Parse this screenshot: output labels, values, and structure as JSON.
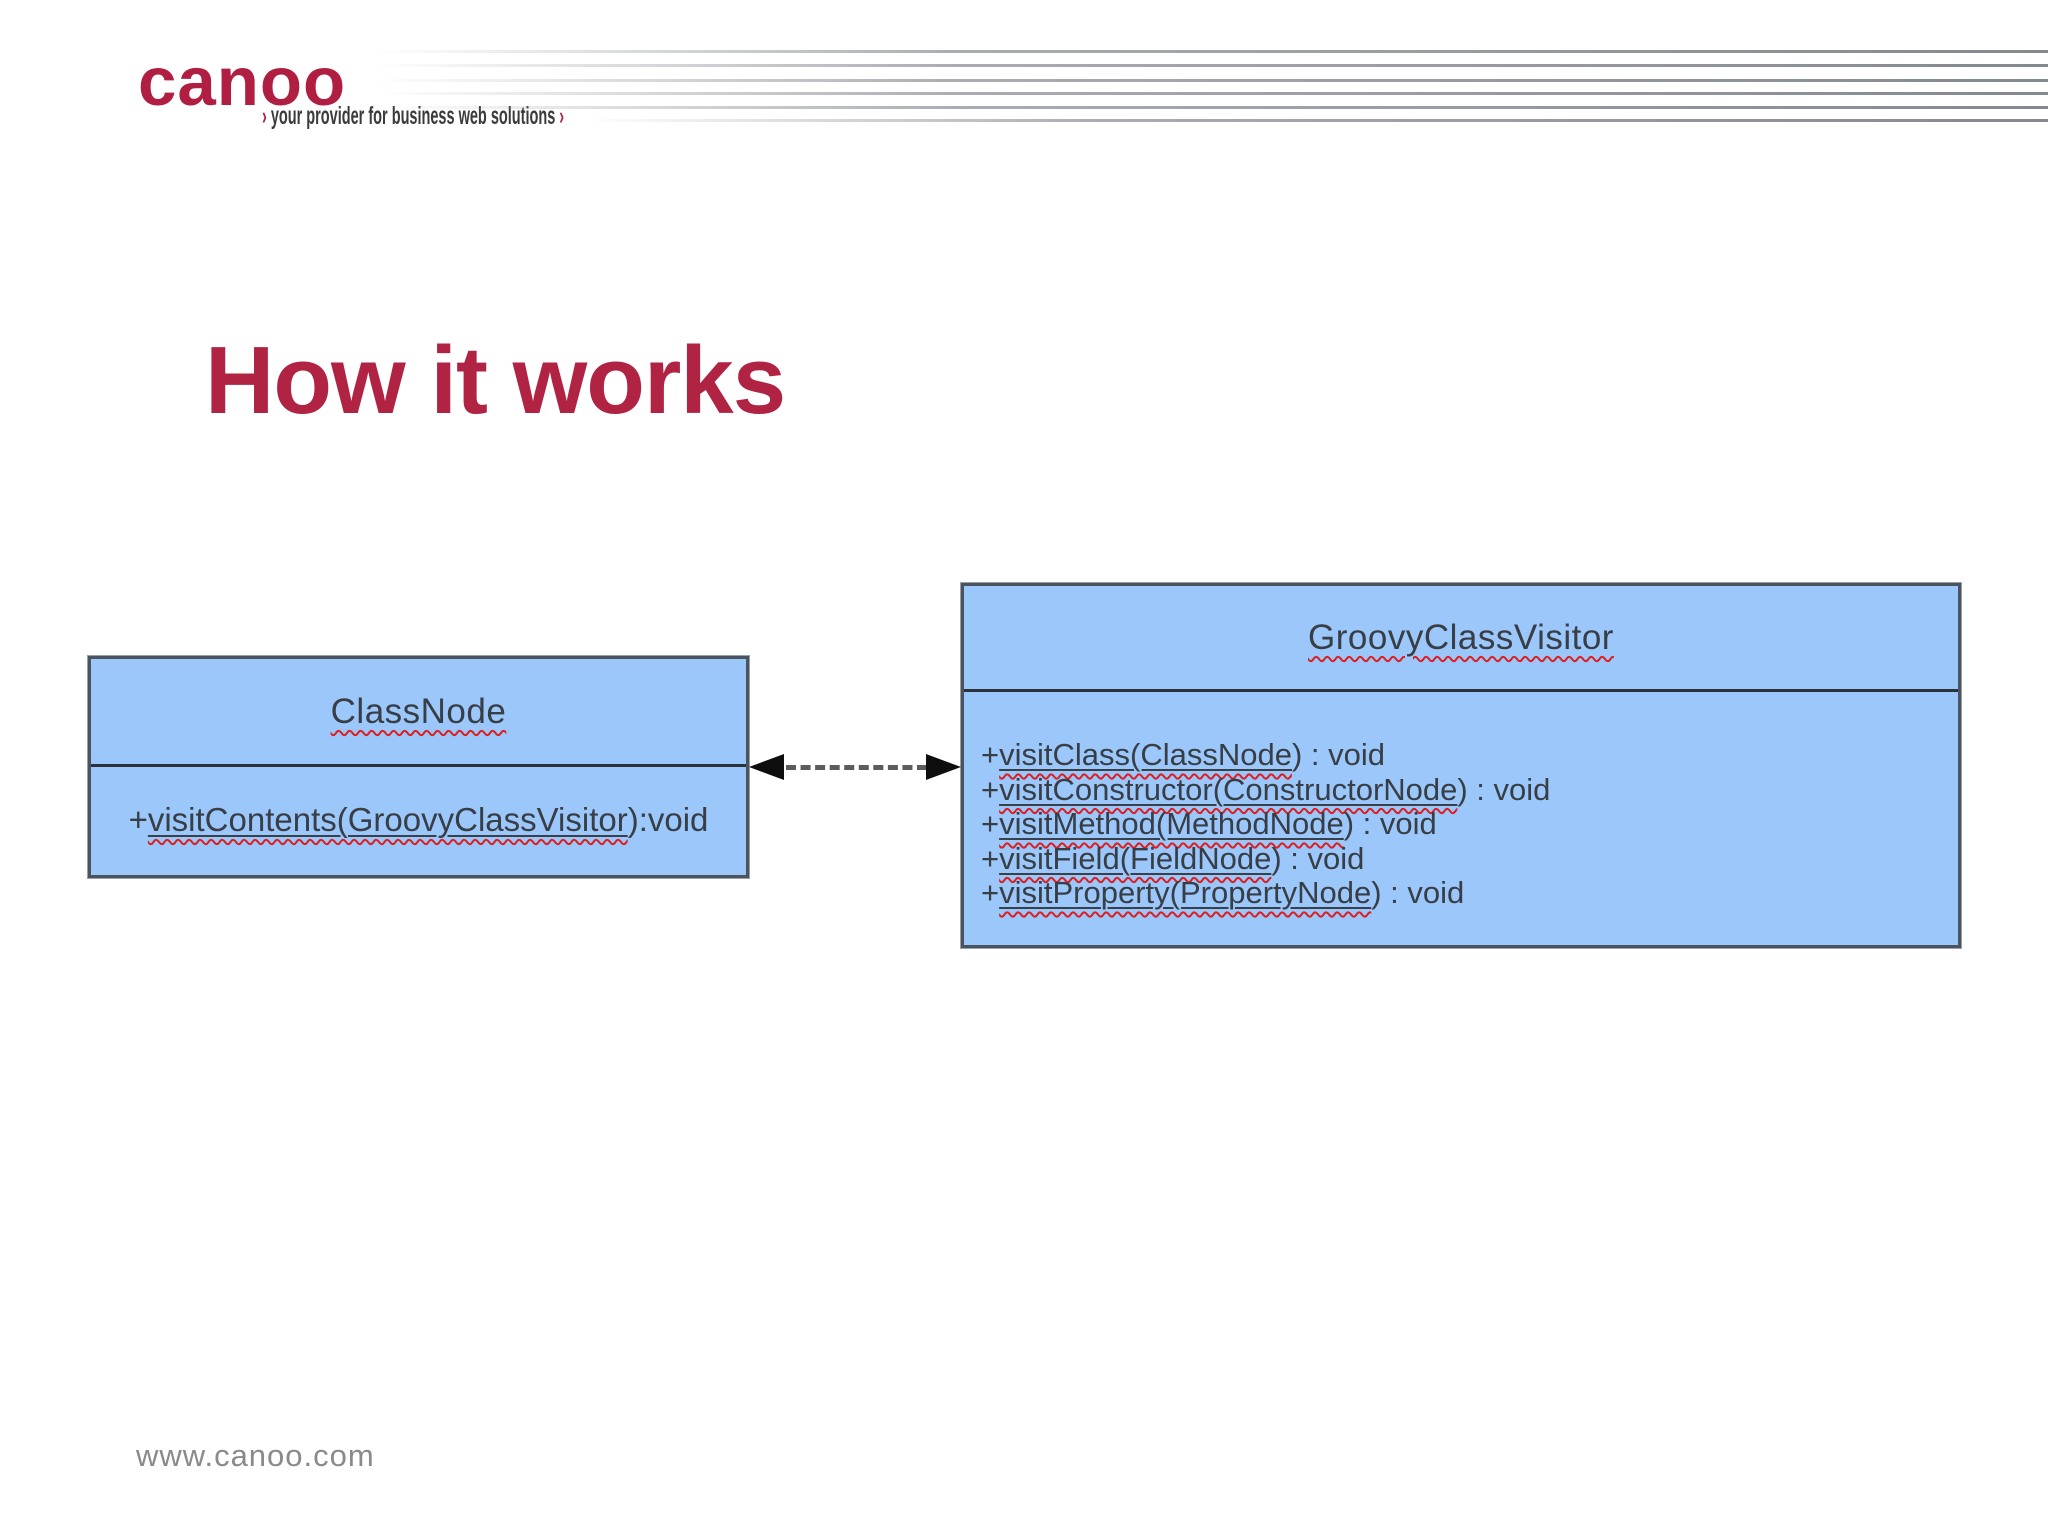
{
  "brand": {
    "logo_text": "canoo",
    "chevron_left": "›",
    "tagline": " your provider for business web solutions ",
    "chevron_right": "›",
    "brand_red": "#B01F41"
  },
  "slide": {
    "title": "How it works",
    "title_color": "#B02343",
    "footer_url": "www.canoo.com",
    "footer_color": "#8A8A8A"
  },
  "decor": {
    "header_line_count": 6,
    "header_line_color": "#84888F"
  },
  "uml": {
    "colors": {
      "box_fill": "#9CC7FA",
      "box_border": "#4A545E",
      "divider": "#29323B",
      "text": "#383E46",
      "squiggle": "#DC1F1F",
      "dash": "#5C5C5C",
      "arrowhead": "#0E0E0E"
    },
    "classes": [
      {
        "name": "ClassNode",
        "methods": [
          {
            "prefix": "+",
            "linked": "visitContents(GroovyClassVisitor",
            "suffix": "):void"
          }
        ]
      },
      {
        "name": "GroovyClassVisitor",
        "methods": [
          {
            "prefix": "+",
            "linked": "visitClass(ClassNode",
            "suffix": ") : void"
          },
          {
            "prefix": "+",
            "linked": "visitConstructor(ConstructorNode",
            "suffix": ") : void"
          },
          {
            "prefix": "+",
            "linked": "visitMethod(MethodNode",
            "suffix": ") : void"
          },
          {
            "prefix": "+",
            "linked": "visitField(FieldNode",
            "suffix": ") : void"
          },
          {
            "prefix": "+",
            "linked": "visitProperty(PropertyNode",
            "suffix": ") : void"
          }
        ]
      }
    ],
    "relation": {
      "style": "dashed",
      "arrowheads": "both ends"
    }
  }
}
